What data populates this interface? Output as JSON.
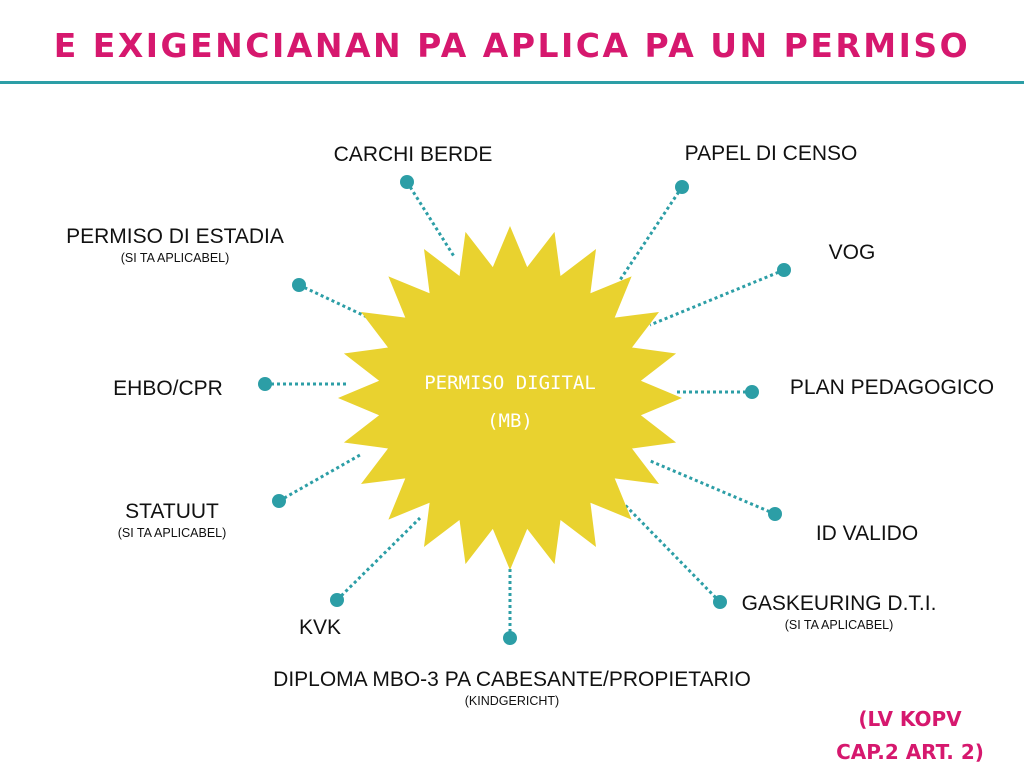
{
  "title": "E EXIGENCIANAN PA APLICA PA UN PERMISO",
  "colors": {
    "title": "#d6186e",
    "rule": "#2c9ea6",
    "starburst": "#e9d22f",
    "connector": "#2c9ea6",
    "center_text": "#ffffff",
    "label_text": "#111111",
    "reference": "#d6186e"
  },
  "center": {
    "line1": "PERMISO DIGITAL",
    "line2": "(MB)"
  },
  "requirements": [
    {
      "id": "carchi-berde",
      "label": "CARCHI BERDE",
      "note": ""
    },
    {
      "id": "papel-di-censo",
      "label": "PAPEL DI CENSO",
      "note": ""
    },
    {
      "id": "permiso-di-estadia",
      "label": "PERMISO DI ESTADIA",
      "note": "(SI TA APLICABEL)"
    },
    {
      "id": "vog",
      "label": "VOG",
      "note": ""
    },
    {
      "id": "ehbo-cpr",
      "label": "EHBO/CPR",
      "note": ""
    },
    {
      "id": "plan-pedagogico",
      "label": "PLAN PEDAGOGICO",
      "note": ""
    },
    {
      "id": "statuut",
      "label": "STATUUT",
      "note": "(SI TA APLICABEL)"
    },
    {
      "id": "id-valido",
      "label": "ID VALIDO",
      "note": ""
    },
    {
      "id": "kvk",
      "label": "KVK",
      "note": ""
    },
    {
      "id": "gaskeuring",
      "label": "GASKEURING D.T.I.",
      "note": "(SI TA APLICABEL)"
    },
    {
      "id": "diploma",
      "label": "DIPLOMA MBO-3 PA CABESANTE/PROPIETARIO",
      "note": "(KINDGERICHT)"
    }
  ],
  "reference": {
    "line1": "(LV KOPV",
    "line2": "CAP.2 ART. 2)"
  }
}
